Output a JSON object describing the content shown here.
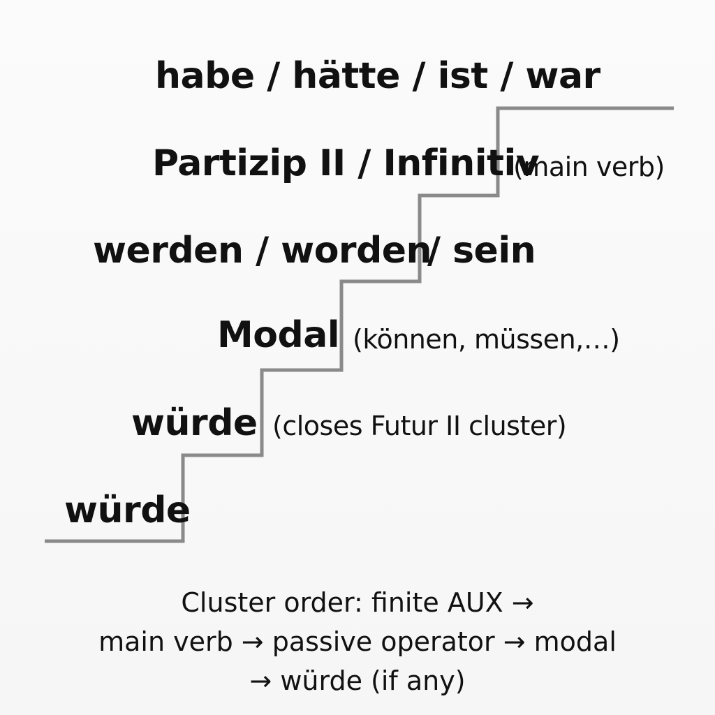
{
  "steps": [
    {
      "main": "habe / hätte / ist / war",
      "note": ""
    },
    {
      "main": "Partizip II / Infinitiv",
      "note": "(main verb)"
    },
    {
      "main": "werden / worden",
      "main_tail": "/ sein",
      "note": ""
    },
    {
      "main": "Modal",
      "note": "(können, müssen,…)"
    },
    {
      "main": "würde",
      "note": "(closes Futur II cluster)"
    },
    {
      "main": "würde",
      "note": ""
    }
  ],
  "caption": {
    "line1": "Cluster order: finite AUX →",
    "line2": "main verb → passive operator →   modal",
    "line3": "→ würde (if any)"
  },
  "colors": {
    "stair_line": "#8a8a8a",
    "text": "#111111"
  }
}
